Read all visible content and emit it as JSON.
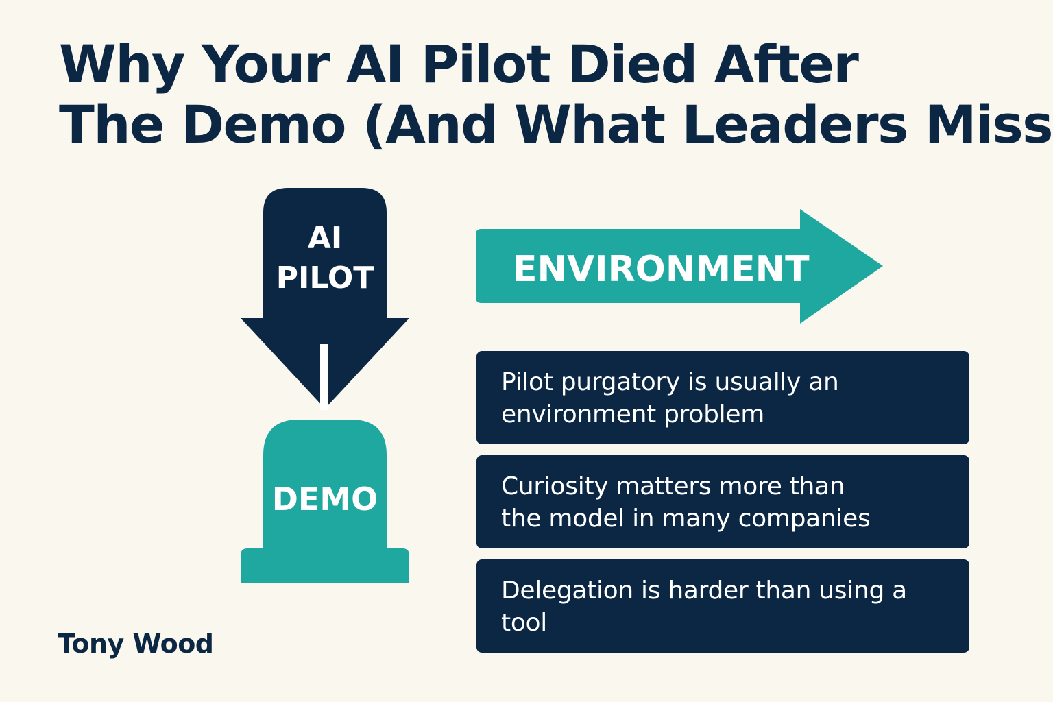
{
  "colors": {
    "background": "#faf7ee",
    "navy": "#0c2744",
    "teal": "#1fa89f",
    "white": "#ffffff"
  },
  "title": {
    "line1": "Why Your AI Pilot Died After",
    "line2": "The Demo (And What Leaders Miss)"
  },
  "diagram": {
    "pilot_arrow": {
      "line1": "AI",
      "line2": "PILOT"
    },
    "tombstone_label": "DEMO",
    "environment_arrow_label": "ENVIRONMENT"
  },
  "cards": [
    {
      "line1": "Pilot purgatory is usually an",
      "line2": "environment problem"
    },
    {
      "line1": "Curiosity matters more than",
      "line2": "the model in many companies"
    },
    {
      "line1": "Delegation is harder than using a",
      "line2": "tool"
    }
  ],
  "author": "Tony Wood"
}
